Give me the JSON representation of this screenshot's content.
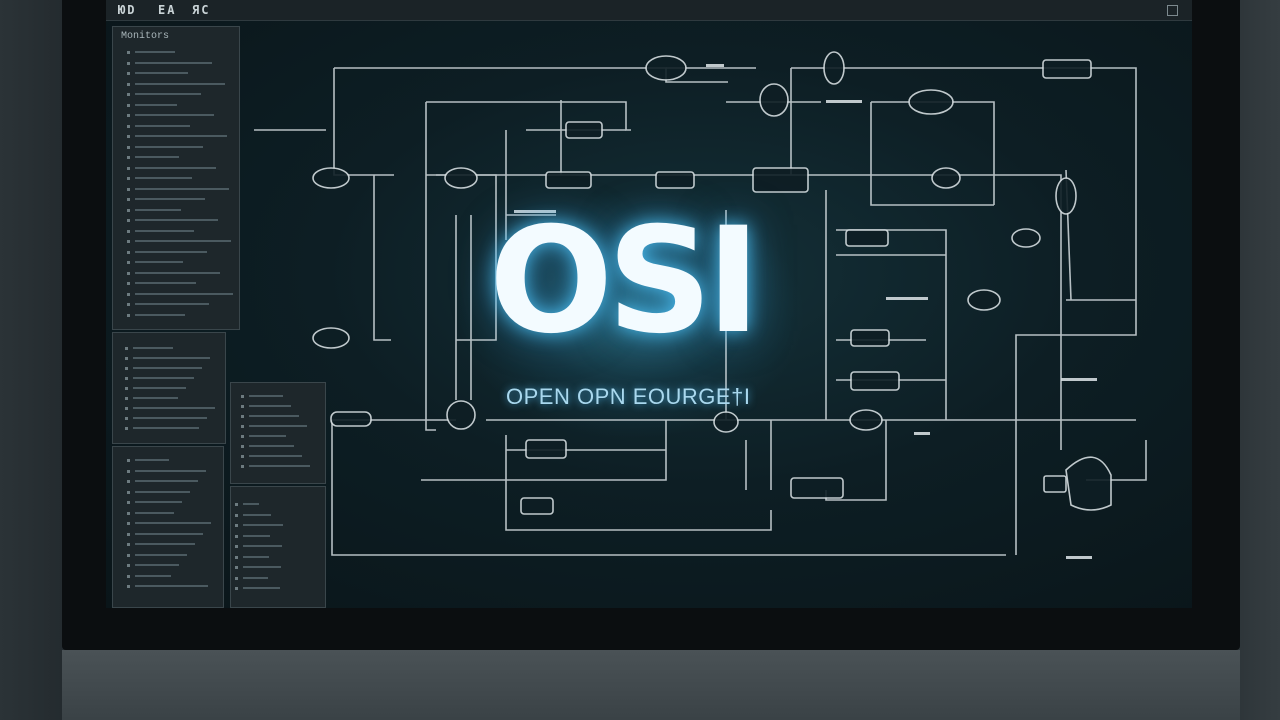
{
  "menubar": {
    "items": [
      "ЮD",
      "EA",
      "ЯC"
    ]
  },
  "side_panel": {
    "title": "Monitors"
  },
  "hero": {
    "logo": "OSI",
    "tagline": "OPEN OPN EOURGE†I"
  },
  "colors": {
    "screen_bg": "#0d1e24",
    "diagram_line": "#d4dcdf",
    "glow": "#46bee6",
    "panel_bg": "#1e272b"
  }
}
